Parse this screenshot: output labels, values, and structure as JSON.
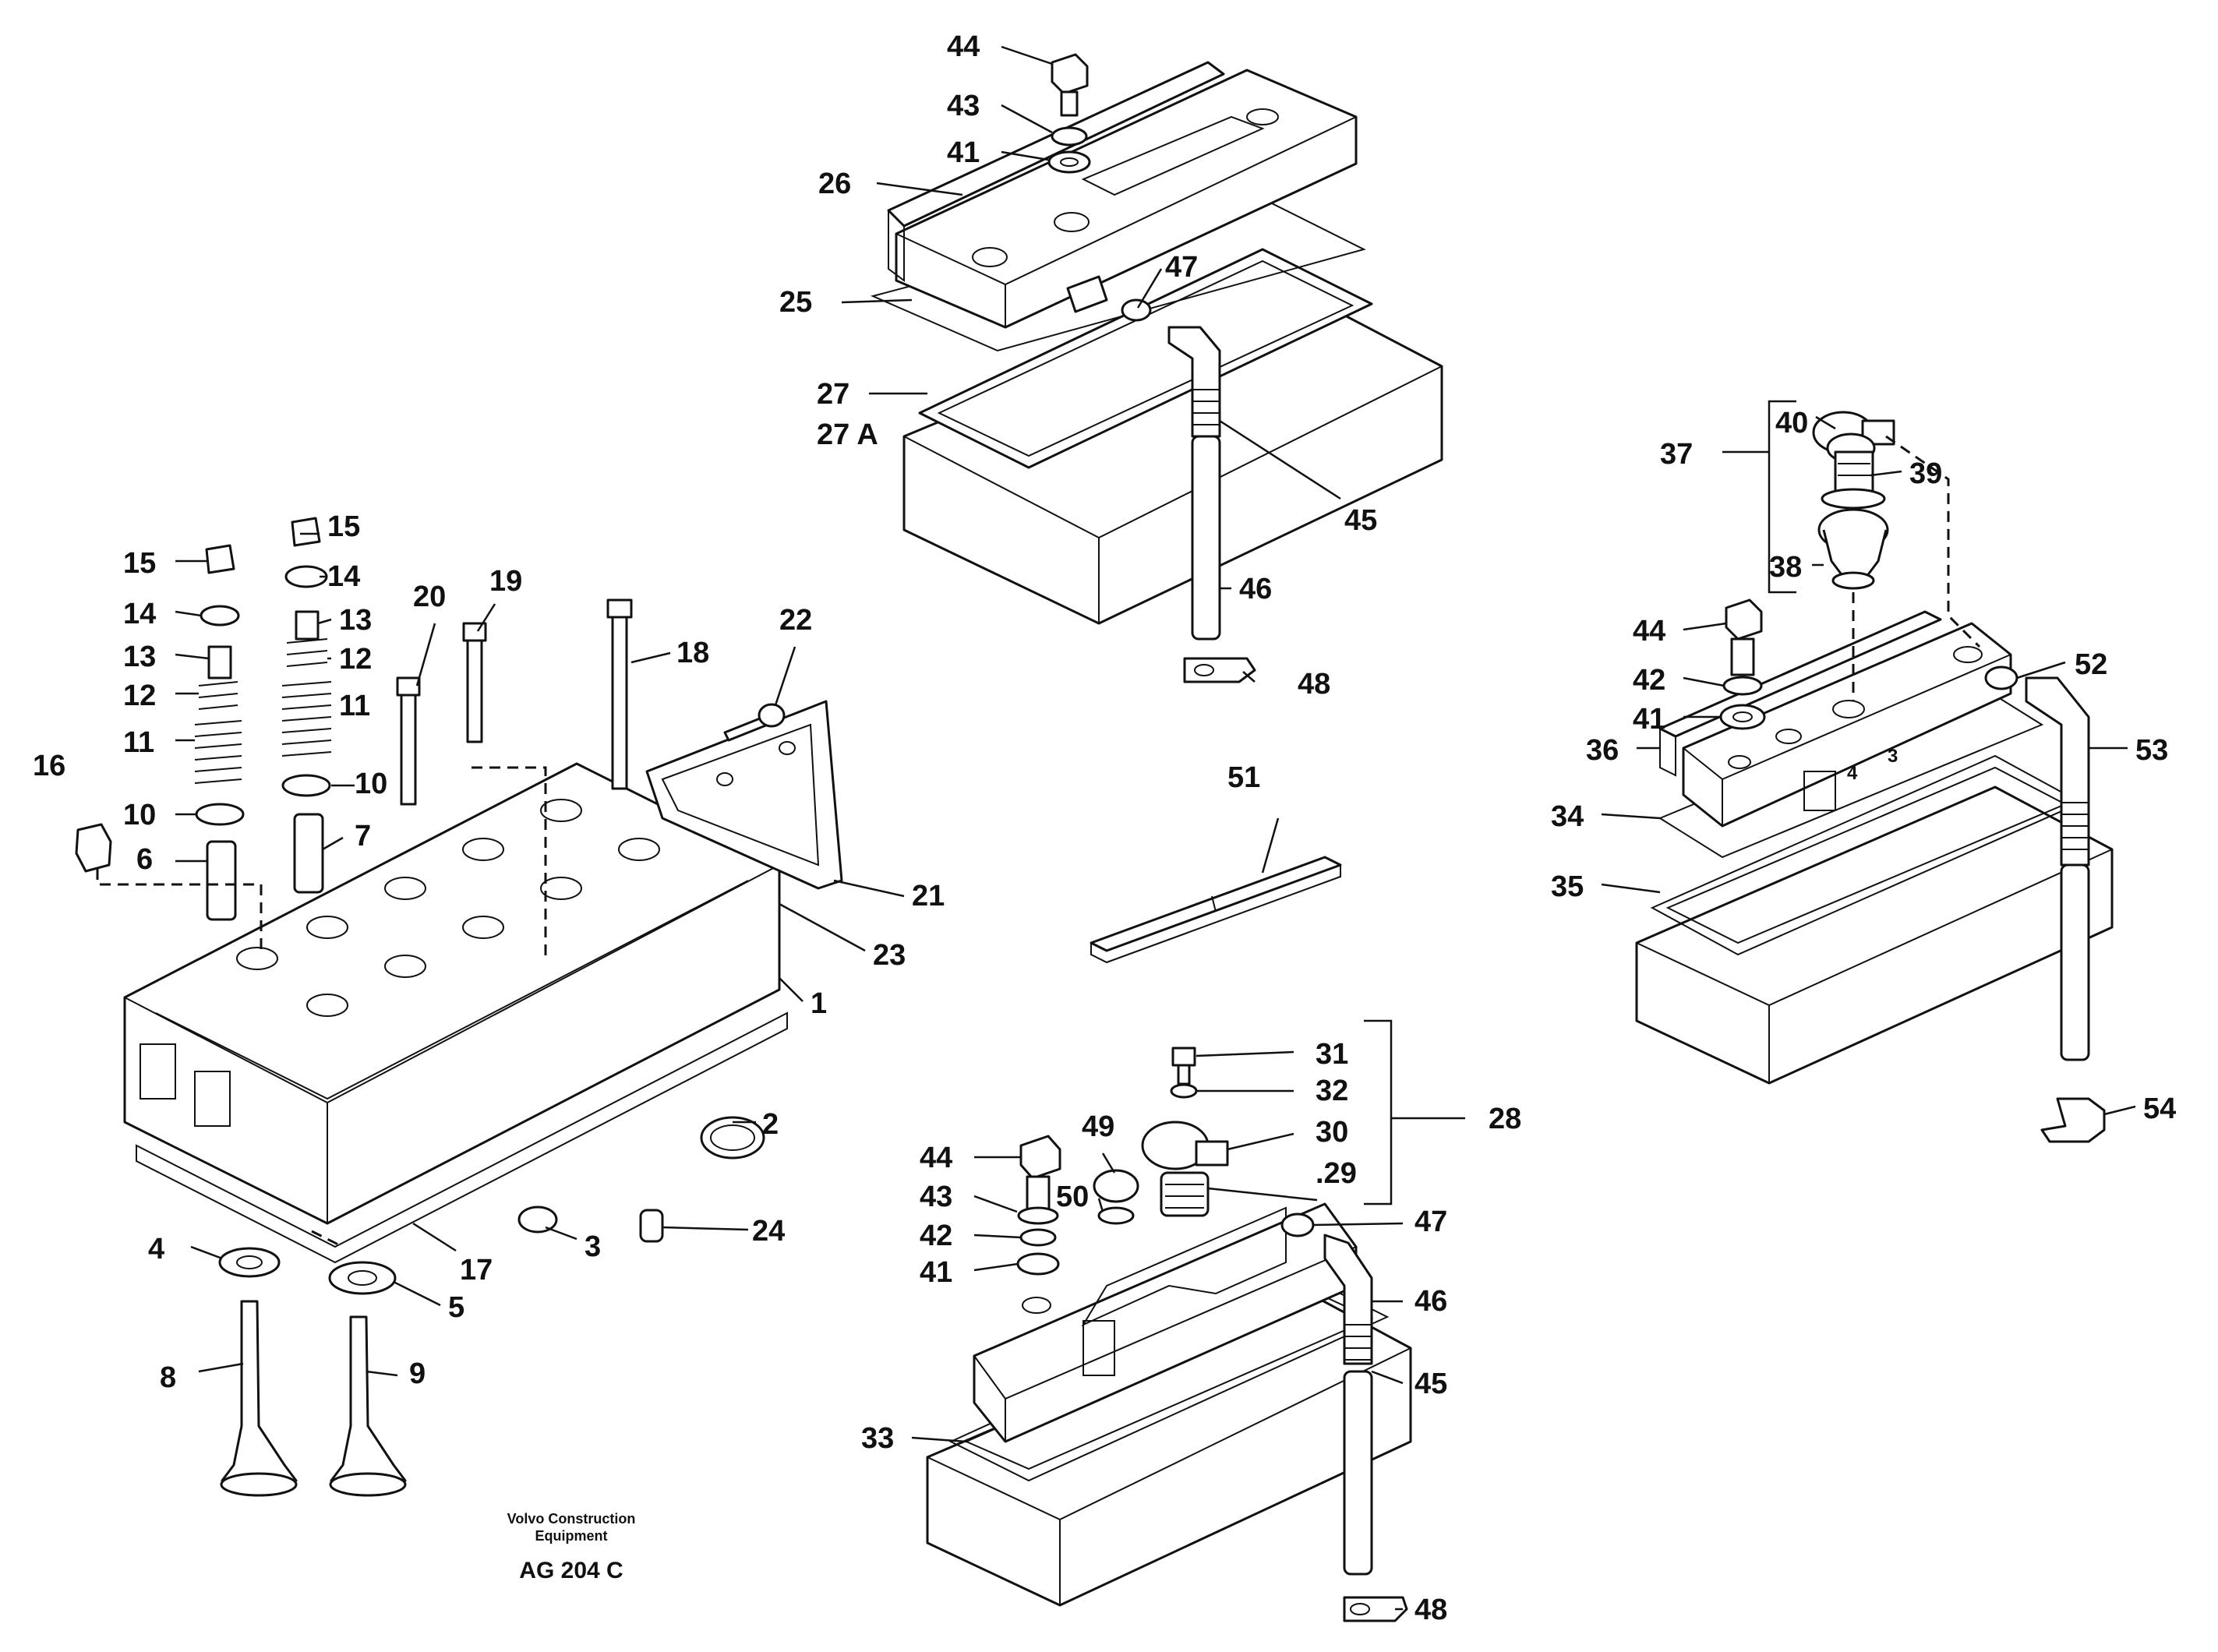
{
  "credit": {
    "line1": "Volvo Construction",
    "line2": "Equipment",
    "code": "AG 204 C"
  },
  "callouts": [
    {
      "id": "c44a",
      "text": "44"
    },
    {
      "id": "c43a",
      "text": "43"
    },
    {
      "id": "c41a",
      "text": "41"
    },
    {
      "id": "c26",
      "text": "26"
    },
    {
      "id": "c25",
      "text": "25"
    },
    {
      "id": "c47a",
      "text": "47"
    },
    {
      "id": "c27",
      "text": "27"
    },
    {
      "id": "c27A",
      "text": "27 A"
    },
    {
      "id": "c45a",
      "text": "45"
    },
    {
      "id": "c46a",
      "text": "46"
    },
    {
      "id": "c48a",
      "text": "48"
    },
    {
      "id": "c15a",
      "text": "15"
    },
    {
      "id": "c15b",
      "text": "15"
    },
    {
      "id": "c14a",
      "text": "14"
    },
    {
      "id": "c14b",
      "text": "14"
    },
    {
      "id": "c13a",
      "text": "13"
    },
    {
      "id": "c13b",
      "text": "13"
    },
    {
      "id": "c12a",
      "text": "12"
    },
    {
      "id": "c12b",
      "text": "12"
    },
    {
      "id": "c11a",
      "text": "11"
    },
    {
      "id": "c11b",
      "text": "11"
    },
    {
      "id": "c10a",
      "text": "10"
    },
    {
      "id": "c10b",
      "text": "10"
    },
    {
      "id": "c16",
      "text": "16"
    },
    {
      "id": "c6",
      "text": "6"
    },
    {
      "id": "c7",
      "text": "7"
    },
    {
      "id": "c20",
      "text": "20"
    },
    {
      "id": "c19",
      "text": "19"
    },
    {
      "id": "c18",
      "text": "18"
    },
    {
      "id": "c22",
      "text": "22"
    },
    {
      "id": "c21",
      "text": "21"
    },
    {
      "id": "c23",
      "text": "23"
    },
    {
      "id": "c1",
      "text": "1"
    },
    {
      "id": "c2",
      "text": "2"
    },
    {
      "id": "c3",
      "text": "3"
    },
    {
      "id": "c24",
      "text": "24"
    },
    {
      "id": "c17",
      "text": "17"
    },
    {
      "id": "c4",
      "text": "4"
    },
    {
      "id": "c5",
      "text": "5"
    },
    {
      "id": "c8",
      "text": "8"
    },
    {
      "id": "c9",
      "text": "9"
    },
    {
      "id": "c51",
      "text": "51"
    },
    {
      "id": "c31",
      "text": "31"
    },
    {
      "id": "c32",
      "text": "32"
    },
    {
      "id": "c30",
      "text": "30"
    },
    {
      "id": "c29",
      "text": ".29"
    },
    {
      "id": "c28",
      "text": "28"
    },
    {
      "id": "c49",
      "text": "49"
    },
    {
      "id": "c50",
      "text": "50"
    },
    {
      "id": "c44b",
      "text": "44"
    },
    {
      "id": "c43b",
      "text": "43"
    },
    {
      "id": "c42b",
      "text": "42"
    },
    {
      "id": "c41b",
      "text": "41"
    },
    {
      "id": "c47b",
      "text": "47"
    },
    {
      "id": "c46b",
      "text": "46"
    },
    {
      "id": "c45b",
      "text": "45"
    },
    {
      "id": "c33",
      "text": "33"
    },
    {
      "id": "c48b",
      "text": "48"
    },
    {
      "id": "c37",
      "text": "37"
    },
    {
      "id": "c40",
      "text": "40"
    },
    {
      "id": "c39",
      "text": "39"
    },
    {
      "id": "c38",
      "text": "38"
    },
    {
      "id": "c44c",
      "text": "44"
    },
    {
      "id": "c42c",
      "text": "42"
    },
    {
      "id": "c41c",
      "text": "41"
    },
    {
      "id": "c36",
      "text": "36"
    },
    {
      "id": "c34",
      "text": "34"
    },
    {
      "id": "c35",
      "text": "35"
    },
    {
      "id": "c52",
      "text": "52"
    },
    {
      "id": "c53",
      "text": "53"
    },
    {
      "id": "c54",
      "text": "54"
    },
    {
      "id": "c_in4",
      "text": "4"
    },
    {
      "id": "c_in3",
      "text": "3"
    }
  ]
}
